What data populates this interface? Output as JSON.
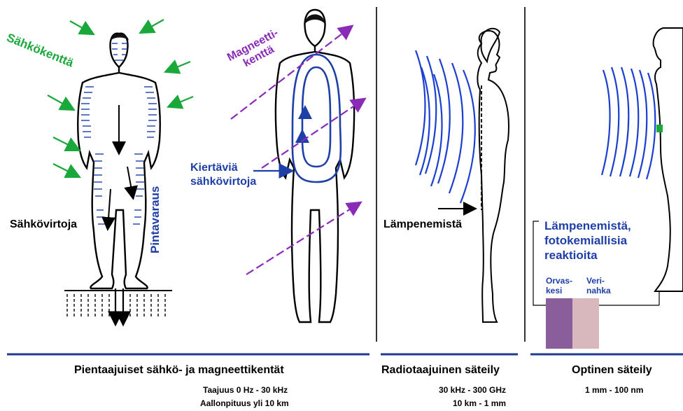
{
  "panel_low": {
    "electric_field_label": "Sähkökenttä",
    "currents_label": "Sähkövirtoja",
    "surface_charge_label": "Pintavaraus",
    "magnetic_field_label_line1": "Magneetti-",
    "magnetic_field_label_line2": "kenttä",
    "eddy_currents_line1": "Kiertäviä",
    "eddy_currents_line2": "sähkövirtoja",
    "footer_title": "Pientaajuiset sähkö- ja magneettikentät",
    "frequency": "Taajuus 0 Hz - 30 kHz",
    "wavelength": "Aallonpituus yli 10 km"
  },
  "panel_radio": {
    "heating_label": "Lämpenemistä",
    "footer_title": "Radiotaajuinen säteily",
    "frequency": "30 kHz - 300 GHz",
    "wavelength": "10 km - 1 mm"
  },
  "panel_optical": {
    "effects_line1": "Lämpenemistä,",
    "effects_line2": "fotokemiallisia",
    "effects_line3": "reaktioita",
    "cornea_line1": "Orvas-",
    "cornea_line2": "kesi",
    "dermis_line1": "Veri-",
    "dermis_line2": "nahka",
    "footer_title": "Optinen säteily",
    "wavelength": "1 mm - 100 nm"
  },
  "colors": {
    "field_arrow_green": "#1aa83a",
    "magnetic_purple": "#8a2bb8",
    "current_blue": "#1f3fa8",
    "wave_blue": "#1a3fd0",
    "divider_navy": "#1f3a8f"
  }
}
